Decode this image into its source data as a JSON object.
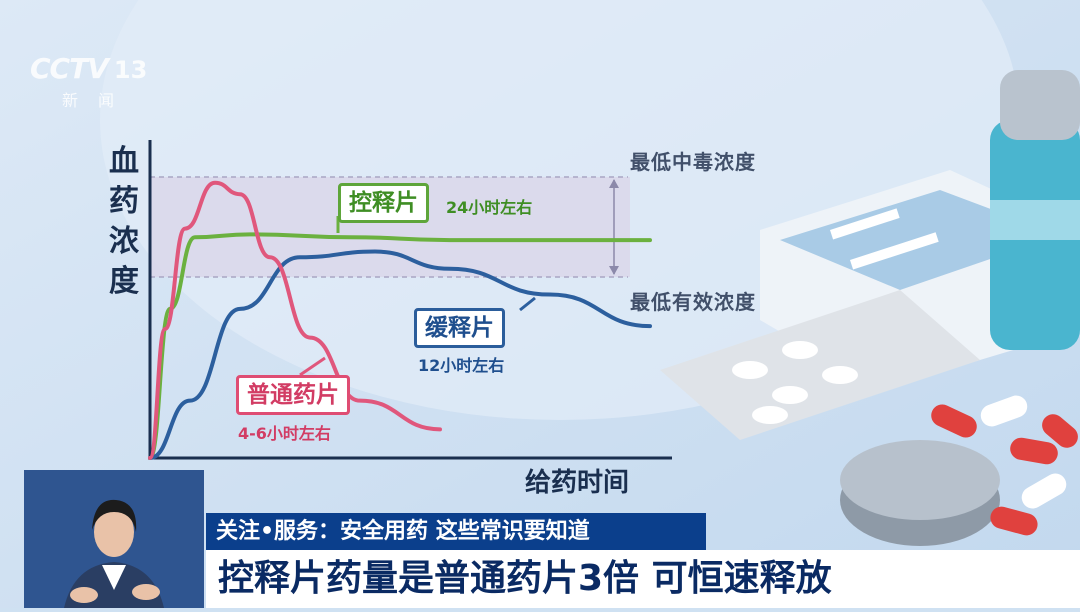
{
  "logo": {
    "channel": "CCTV",
    "number": "13",
    "subtitle": "新闻"
  },
  "chart_data": {
    "type": "line",
    "title": "",
    "xlabel": "给药时间",
    "ylabel": "血药浓度",
    "reference_lines": {
      "upper": "最低中毒浓度",
      "lower": "最低有效浓度"
    },
    "series": [
      {
        "name": "控释片",
        "duration": "24小时左右",
        "color": "#6bb13f",
        "x": [
          0,
          0.04,
          0.09,
          0.2,
          0.4,
          0.6,
          0.8,
          1.0
        ],
        "y": [
          0,
          0.52,
          0.77,
          0.78,
          0.77,
          0.76,
          0.76,
          0.76
        ]
      },
      {
        "name": "缓释片",
        "duration": "12小时左右",
        "color": "#2c5f9e",
        "x": [
          0,
          0.08,
          0.18,
          0.3,
          0.45,
          0.6,
          0.8,
          1.0
        ],
        "y": [
          0,
          0.2,
          0.52,
          0.7,
          0.72,
          0.66,
          0.57,
          0.46
        ]
      },
      {
        "name": "普通药片",
        "duration": "4-6小时左右",
        "color": "#e0577c",
        "x": [
          0,
          0.03,
          0.07,
          0.13,
          0.18,
          0.24,
          0.32,
          0.42,
          0.58
        ],
        "y": [
          0,
          0.45,
          0.8,
          0.96,
          0.92,
          0.7,
          0.42,
          0.2,
          0.1
        ]
      }
    ],
    "ylim": [
      0,
      1.05
    ],
    "xlim": [
      0,
      1.0
    ]
  },
  "banner": {
    "topic": "关注•服务：安全用药 这些常识要知道",
    "headline": "控释片药量是普通药片3倍 可恒速释放"
  },
  "colors": {
    "axis": "#1a2f4f",
    "band": "#d9d6ea",
    "topic_bg": "#0b3f8c"
  }
}
